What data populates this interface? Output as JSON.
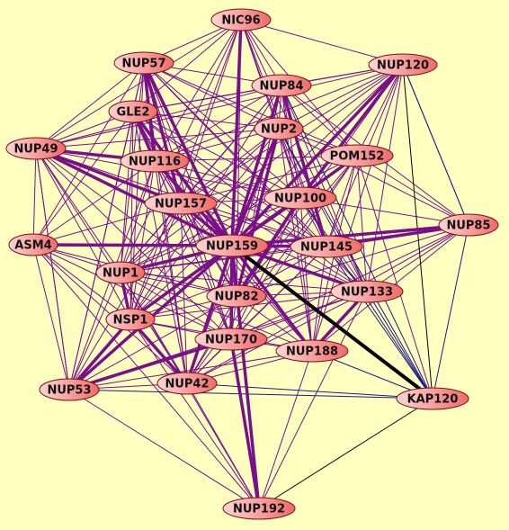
{
  "colors": {
    "background": "#ffffc0",
    "node_fill_light": "#ffd6d6",
    "node_fill_dark": "#f06a6a",
    "node_stroke": "#7a1010",
    "edge_purple": "#7a0f8a",
    "edge_blue": "#1a1a8a",
    "edge_black": "#000000"
  },
  "network": {
    "nodes": [
      {
        "id": "NIC96",
        "label": "NIC96"
      },
      {
        "id": "NUP57",
        "label": "NUP57"
      },
      {
        "id": "NUP120",
        "label": "NUP120"
      },
      {
        "id": "NUP84",
        "label": "NUP84"
      },
      {
        "id": "GLE2",
        "label": "GLE2"
      },
      {
        "id": "NUP2",
        "label": "NUP2"
      },
      {
        "id": "NUP49",
        "label": "NUP49"
      },
      {
        "id": "POM152",
        "label": "POM152"
      },
      {
        "id": "NUP116",
        "label": "NUP116"
      },
      {
        "id": "NUP100",
        "label": "NUP100"
      },
      {
        "id": "NUP157",
        "label": "NUP157"
      },
      {
        "id": "NUP85",
        "label": "NUP85"
      },
      {
        "id": "ASM4",
        "label": "ASM4"
      },
      {
        "id": "NUP159",
        "label": "NUP159"
      },
      {
        "id": "NUP145",
        "label": "NUP145"
      },
      {
        "id": "NUP1",
        "label": "NUP1"
      },
      {
        "id": "NUP133",
        "label": "NUP133"
      },
      {
        "id": "NUP82",
        "label": "NUP82"
      },
      {
        "id": "NSP1",
        "label": "NSP1"
      },
      {
        "id": "NUP170",
        "label": "NUP170"
      },
      {
        "id": "NUP188",
        "label": "NUP188"
      },
      {
        "id": "NUP53",
        "label": "NUP53"
      },
      {
        "id": "NUP42",
        "label": "NUP42"
      },
      {
        "id": "KAP120",
        "label": "KAP120"
      },
      {
        "id": "NUP192",
        "label": "NUP192"
      }
    ],
    "edge_groups": {
      "thick_purple": [
        [
          "NUP159",
          "NUP57"
        ],
        [
          "NUP159",
          "NIC96"
        ],
        [
          "NUP159",
          "GLE2"
        ],
        [
          "NUP159",
          "NUP84"
        ],
        [
          "NUP159",
          "NUP2"
        ],
        [
          "NUP159",
          "NUP120"
        ],
        [
          "NUP159",
          "POM152"
        ],
        [
          "NUP159",
          "NUP100"
        ],
        [
          "NUP159",
          "NUP116"
        ],
        [
          "NUP159",
          "NUP157"
        ],
        [
          "NUP159",
          "NUP49"
        ],
        [
          "NUP159",
          "ASM4"
        ],
        [
          "NUP159",
          "NUP145"
        ],
        [
          "NUP159",
          "NUP85"
        ],
        [
          "NUP159",
          "NUP1"
        ],
        [
          "NUP159",
          "NUP133"
        ],
        [
          "NUP159",
          "NUP82"
        ],
        [
          "NUP159",
          "NSP1"
        ],
        [
          "NUP159",
          "NUP170"
        ],
        [
          "NUP159",
          "NUP188"
        ],
        [
          "NUP159",
          "NUP53"
        ],
        [
          "NUP159",
          "NUP42"
        ],
        [
          "NUP159",
          "NUP192"
        ],
        [
          "NUP57",
          "NUP116"
        ],
        [
          "NUP57",
          "NUP157"
        ],
        [
          "NUP49",
          "NUP116"
        ],
        [
          "NUP49",
          "NUP157"
        ],
        [
          "GLE2",
          "NUP116"
        ],
        [
          "NUP1",
          "NSP1"
        ],
        [
          "NSP1",
          "NUP53"
        ],
        [
          "NSP1",
          "NUP42"
        ],
        [
          "NUP170",
          "NUP192"
        ],
        [
          "NUP145",
          "NUP85"
        ],
        [
          "NUP84",
          "NUP145"
        ],
        [
          "NUP2",
          "NUP82"
        ],
        [
          "NUP100",
          "NUP82"
        ],
        [
          "NUP120",
          "NUP100"
        ],
        [
          "NUP170",
          "NUP53"
        ],
        [
          "NUP133",
          "NUP188"
        ]
      ],
      "thin_purple": [
        [
          "NIC96",
          "NUP57"
        ],
        [
          "NIC96",
          "NUP120"
        ],
        [
          "NIC96",
          "NUP84"
        ],
        [
          "NIC96",
          "GLE2"
        ],
        [
          "NIC96",
          "NUP2"
        ],
        [
          "NIC96",
          "NUP49"
        ],
        [
          "NIC96",
          "NUP116"
        ],
        [
          "NIC96",
          "NUP100"
        ],
        [
          "NIC96",
          "NUP157"
        ],
        [
          "NIC96",
          "POM152"
        ],
        [
          "NIC96",
          "NUP145"
        ],
        [
          "NIC96",
          "NUP1"
        ],
        [
          "NIC96",
          "NSP1"
        ],
        [
          "NIC96",
          "NUP82"
        ],
        [
          "NIC96",
          "NUP133"
        ],
        [
          "NUP57",
          "NUP84"
        ],
        [
          "NUP57",
          "NUP2"
        ],
        [
          "NUP57",
          "NUP49"
        ],
        [
          "NUP57",
          "GLE2"
        ],
        [
          "NUP57",
          "NUP100"
        ],
        [
          "NUP57",
          "POM152"
        ],
        [
          "NUP57",
          "ASM4"
        ],
        [
          "NUP57",
          "NUP1"
        ],
        [
          "NUP57",
          "NSP1"
        ],
        [
          "NUP57",
          "NUP82"
        ],
        [
          "NUP57",
          "NUP145"
        ],
        [
          "NUP57",
          "NUP133"
        ],
        [
          "NUP57",
          "NUP42"
        ],
        [
          "NUP57",
          "NUP170"
        ],
        [
          "NUP120",
          "NUP84"
        ],
        [
          "NUP120",
          "NUP2"
        ],
        [
          "NUP120",
          "POM152"
        ],
        [
          "NUP120",
          "NUP85"
        ],
        [
          "NUP120",
          "NUP145"
        ],
        [
          "NUP120",
          "NUP133"
        ],
        [
          "NUP120",
          "NUP1"
        ],
        [
          "NUP120",
          "NSP1"
        ],
        [
          "NUP120",
          "NUP116"
        ],
        [
          "NUP120",
          "NUP157"
        ],
        [
          "NUP120",
          "NUP188"
        ],
        [
          "NUP120",
          "NUP82"
        ],
        [
          "NUP120",
          "NUP49"
        ],
        [
          "NUP120",
          "GLE2"
        ],
        [
          "NUP84",
          "NUP2"
        ],
        [
          "NUP84",
          "GLE2"
        ],
        [
          "NUP84",
          "NUP116"
        ],
        [
          "NUP84",
          "POM152"
        ],
        [
          "NUP84",
          "NUP100"
        ],
        [
          "NUP84",
          "NUP157"
        ],
        [
          "NUP84",
          "NUP85"
        ],
        [
          "NUP84",
          "NUP133"
        ],
        [
          "NUP84",
          "NUP1"
        ],
        [
          "NUP84",
          "NSP1"
        ],
        [
          "NUP84",
          "NUP82"
        ],
        [
          "NUP84",
          "NUP188"
        ],
        [
          "NUP84",
          "NUP42"
        ],
        [
          "NUP84",
          "NUP49"
        ],
        [
          "GLE2",
          "NUP49"
        ],
        [
          "GLE2",
          "NUP2"
        ],
        [
          "GLE2",
          "NUP157"
        ],
        [
          "GLE2",
          "NUP100"
        ],
        [
          "GLE2",
          "ASM4"
        ],
        [
          "GLE2",
          "NUP1"
        ],
        [
          "GLE2",
          "NSP1"
        ],
        [
          "GLE2",
          "NUP82"
        ],
        [
          "GLE2",
          "NUP145"
        ],
        [
          "GLE2",
          "NUP53"
        ],
        [
          "GLE2",
          "NUP42"
        ],
        [
          "GLE2",
          "NUP170"
        ],
        [
          "GLE2",
          "NUP133"
        ],
        [
          "NUP2",
          "NUP116"
        ],
        [
          "NUP2",
          "POM152"
        ],
        [
          "NUP2",
          "NUP100"
        ],
        [
          "NUP2",
          "NUP157"
        ],
        [
          "NUP2",
          "NUP145"
        ],
        [
          "NUP2",
          "NUP85"
        ],
        [
          "NUP2",
          "NUP133"
        ],
        [
          "NUP2",
          "NUP1"
        ],
        [
          "NUP2",
          "NSP1"
        ],
        [
          "NUP2",
          "NUP188"
        ],
        [
          "NUP2",
          "NUP42"
        ],
        [
          "NUP2",
          "NUP49"
        ],
        [
          "NUP49",
          "NUP116"
        ],
        [
          "NUP49",
          "ASM4"
        ],
        [
          "NUP49",
          "NUP1"
        ],
        [
          "NUP49",
          "NSP1"
        ],
        [
          "NUP49",
          "NUP53"
        ],
        [
          "NUP49",
          "NUP100"
        ],
        [
          "NUP49",
          "NUP145"
        ],
        [
          "NUP49",
          "NUP82"
        ],
        [
          "NUP49",
          "NUP42"
        ],
        [
          "NUP49",
          "NUP170"
        ],
        [
          "POM152",
          "NUP100"
        ],
        [
          "POM152",
          "NUP145"
        ],
        [
          "POM152",
          "NUP85"
        ],
        [
          "POM152",
          "NUP133"
        ],
        [
          "POM152",
          "NUP157"
        ],
        [
          "POM152",
          "NUP1"
        ],
        [
          "POM152",
          "NUP82"
        ],
        [
          "POM152",
          "NUP188"
        ],
        [
          "POM152",
          "NUP170"
        ],
        [
          "POM152",
          "KAP120"
        ],
        [
          "POM152",
          "NUP116"
        ],
        [
          "POM152",
          "NUP42"
        ],
        [
          "NUP116",
          "NUP157"
        ],
        [
          "NUP116",
          "NUP100"
        ],
        [
          "NUP116",
          "ASM4"
        ],
        [
          "NUP116",
          "NUP1"
        ],
        [
          "NUP116",
          "NSP1"
        ],
        [
          "NUP116",
          "NUP82"
        ],
        [
          "NUP116",
          "NUP145"
        ],
        [
          "NUP116",
          "NUP53"
        ],
        [
          "NUP116",
          "NUP42"
        ],
        [
          "NUP116",
          "NUP170"
        ],
        [
          "NUP116",
          "NUP133"
        ],
        [
          "NUP116",
          "NUP188"
        ],
        [
          "NUP100",
          "NUP157"
        ],
        [
          "NUP100",
          "NUP145"
        ],
        [
          "NUP100",
          "NUP85"
        ],
        [
          "NUP100",
          "NUP133"
        ],
        [
          "NUP100",
          "NUP1"
        ],
        [
          "NUP100",
          "NSP1"
        ],
        [
          "NUP100",
          "NUP170"
        ],
        [
          "NUP100",
          "NUP188"
        ],
        [
          "NUP100",
          "NUP42"
        ],
        [
          "NUP157",
          "ASM4"
        ],
        [
          "NUP157",
          "NUP1"
        ],
        [
          "NUP157",
          "NSP1"
        ],
        [
          "NUP157",
          "NUP82"
        ],
        [
          "NUP157",
          "NUP145"
        ],
        [
          "NUP157",
          "NUP133"
        ],
        [
          "NUP157",
          "NUP170"
        ],
        [
          "NUP157",
          "NUP188"
        ],
        [
          "NUP157",
          "NUP53"
        ],
        [
          "NUP157",
          "NUP42"
        ],
        [
          "NUP85",
          "NUP145"
        ],
        [
          "NUP85",
          "NUP133"
        ],
        [
          "NUP85",
          "NUP82"
        ],
        [
          "NUP85",
          "NUP188"
        ],
        [
          "NUP85",
          "NUP170"
        ],
        [
          "NUP85",
          "NUP1"
        ],
        [
          "NUP85",
          "NUP42"
        ],
        [
          "ASM4",
          "NUP1"
        ],
        [
          "ASM4",
          "NSP1"
        ],
        [
          "ASM4",
          "NUP53"
        ],
        [
          "ASM4",
          "NUP82"
        ],
        [
          "ASM4",
          "NUP145"
        ],
        [
          "ASM4",
          "NUP42"
        ],
        [
          "ASM4",
          "NUP170"
        ],
        [
          "NUP145",
          "NUP133"
        ],
        [
          "NUP145",
          "NUP1"
        ],
        [
          "NUP145",
          "NSP1"
        ],
        [
          "NUP145",
          "NUP82"
        ],
        [
          "NUP145",
          "NUP170"
        ],
        [
          "NUP145",
          "NUP188"
        ],
        [
          "NUP145",
          "NUP42"
        ],
        [
          "NUP1",
          "NUP82"
        ],
        [
          "NUP1",
          "NUP53"
        ],
        [
          "NUP1",
          "NUP42"
        ],
        [
          "NUP1",
          "NUP170"
        ],
        [
          "NUP1",
          "NUP133"
        ],
        [
          "NUP1",
          "NUP188"
        ],
        [
          "NUP1",
          "NUP192"
        ],
        [
          "NUP133",
          "NUP82"
        ],
        [
          "NUP133",
          "NSP1"
        ],
        [
          "NUP133",
          "NUP170"
        ],
        [
          "NUP133",
          "NUP42"
        ],
        [
          "NUP133",
          "NUP53"
        ],
        [
          "NUP133",
          "NUP192"
        ],
        [
          "NUP82",
          "NSP1"
        ],
        [
          "NUP82",
          "NUP170"
        ],
        [
          "NUP82",
          "NUP188"
        ],
        [
          "NUP82",
          "NUP42"
        ],
        [
          "NUP82",
          "NUP53"
        ],
        [
          "NUP82",
          "NUP192"
        ],
        [
          "NSP1",
          "NUP170"
        ],
        [
          "NSP1",
          "NUP188"
        ],
        [
          "NSP1",
          "NUP192"
        ],
        [
          "NUP170",
          "NUP188"
        ],
        [
          "NUP170",
          "NUP42"
        ],
        [
          "NUP188",
          "NUP42"
        ],
        [
          "NUP188",
          "NUP53"
        ],
        [
          "NUP188",
          "NUP192"
        ],
        [
          "NUP53",
          "NUP42"
        ],
        [
          "NUP53",
          "NUP192"
        ],
        [
          "NUP42",
          "NUP192"
        ],
        [
          "NUP49",
          "NUP53"
        ],
        [
          "NUP57",
          "NUP53"
        ],
        [
          "ASM4",
          "NUP192"
        ]
      ],
      "blue": [
        [
          "NUP85",
          "KAP120"
        ],
        [
          "NUP145",
          "KAP120"
        ],
        [
          "NUP133",
          "KAP120"
        ],
        [
          "NUP188",
          "KAP120"
        ],
        [
          "NUP42",
          "KAP120"
        ],
        [
          "NUP53",
          "KAP120"
        ],
        [
          "NUP100",
          "KAP120"
        ],
        [
          "NUP84",
          "KAP120"
        ],
        [
          "NUP2",
          "KAP120"
        ],
        [
          "NUP120",
          "NUP85"
        ]
      ],
      "black_thick": [
        [
          "NUP159",
          "KAP120"
        ]
      ],
      "black_thin": [
        [
          "NUP192",
          "KAP120"
        ],
        [
          "NUP120",
          "KAP120"
        ]
      ]
    }
  }
}
